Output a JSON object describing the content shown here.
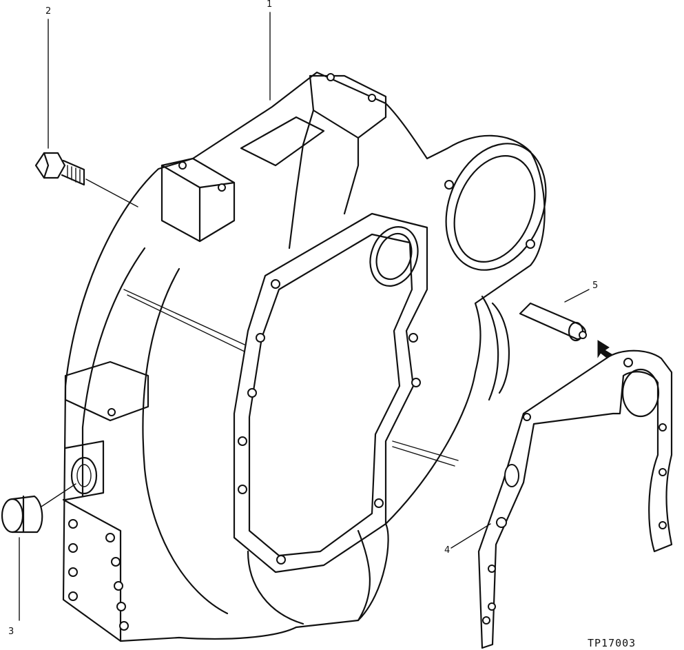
{
  "callouts": {
    "c1": "1",
    "c2": "2",
    "c3": "3",
    "c4": "4",
    "c5": "5"
  },
  "figure_code": "TP17003"
}
